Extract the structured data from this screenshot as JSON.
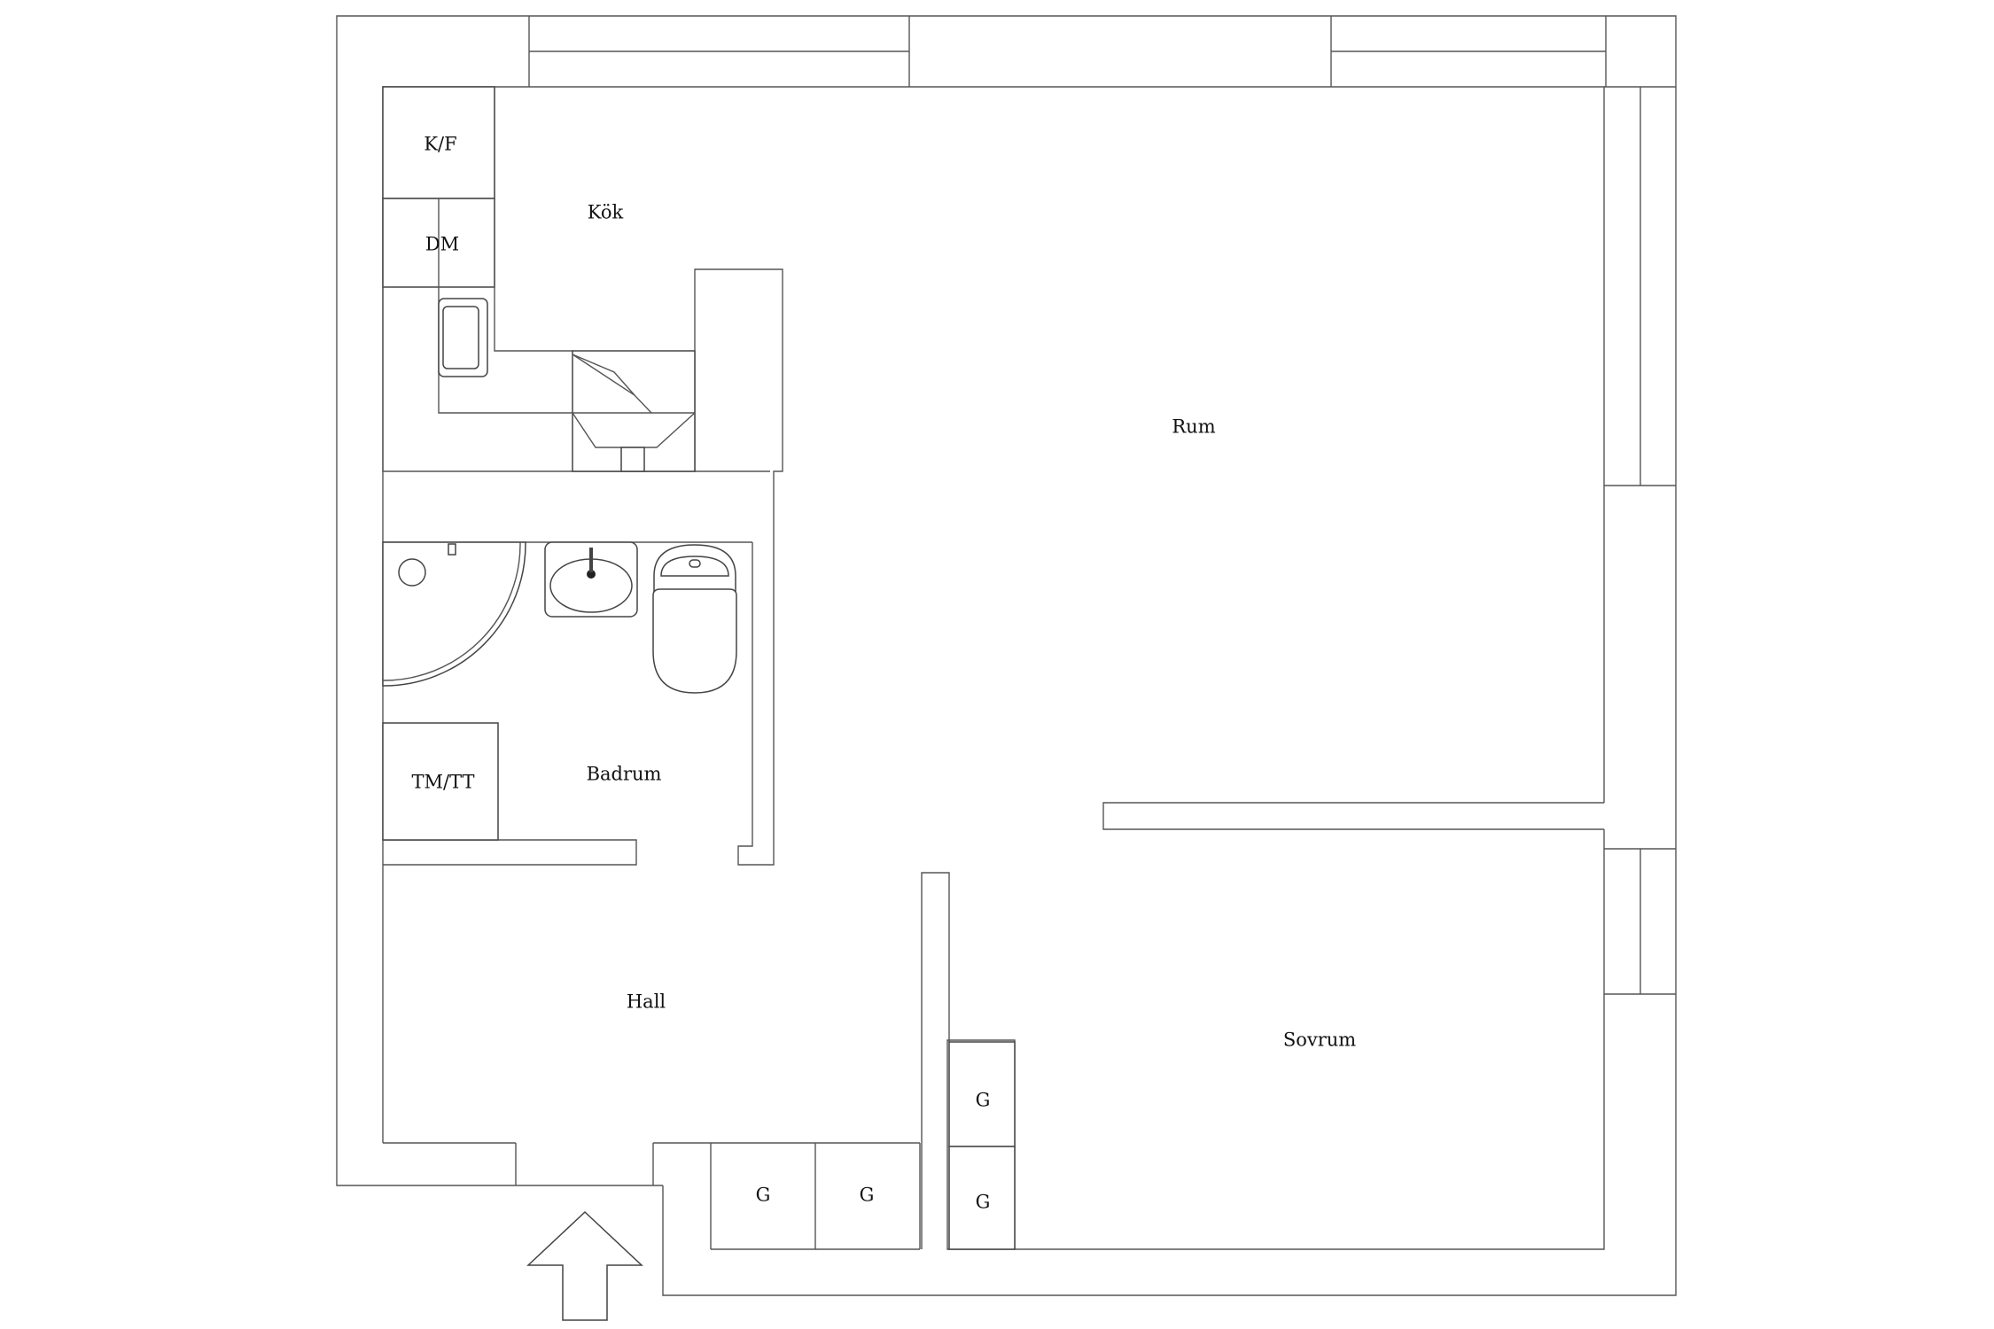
{
  "rooms": {
    "kitchen": "Kök",
    "living_room": "Rum",
    "bathroom": "Badrum",
    "hall": "Hall",
    "bedroom": "Sovrum"
  },
  "appliances": {
    "fridge_freezer": "K/F",
    "dishwasher": "DM",
    "washer_dryer": "TM/TT"
  },
  "closets": {
    "label": "G",
    "items": [
      "G",
      "G",
      "G",
      "G"
    ]
  },
  "entrance": {
    "icon": "up-arrow-icon"
  },
  "colors": {
    "line": "#444444",
    "background": "#ffffff"
  }
}
